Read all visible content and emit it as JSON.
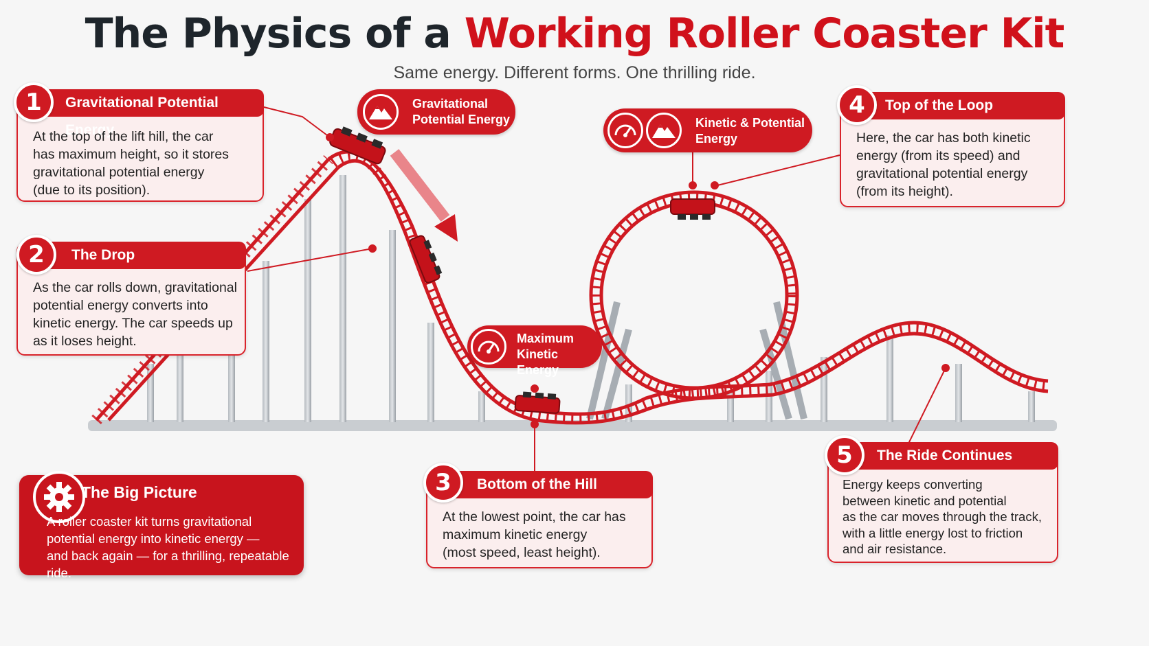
{
  "header": {
    "title_dark": "The Physics of a",
    "title_red": "Working Roller Coaster Kit",
    "subtitle": "Same energy. Different forms. One thrilling ride."
  },
  "cards": [
    {
      "number": "1",
      "heading": "Gravitational Potential Energy",
      "lines": [
        "At the top of the lift hill, the car",
        "has maximum height, so it stores",
        "gravitational potential energy",
        "(due to its position)."
      ]
    },
    {
      "number": "2",
      "heading": "The Drop",
      "lines": [
        "As the car rolls down, gravitational",
        "potential energy converts into",
        "kinetic energy. The car speeds up",
        "as it loses height."
      ]
    },
    {
      "number": "3",
      "heading": "Bottom of the Hill",
      "lines": [
        "At the lowest point, the car has",
        "maximum kinetic energy",
        "(most speed, least height)."
      ]
    },
    {
      "number": "4",
      "heading": "Top of the Loop",
      "lines": [
        "Here, the car has both kinetic",
        "energy (from its speed) and",
        "gravitational potential energy",
        "(from its height)."
      ]
    },
    {
      "number": "5",
      "heading": "The Ride Continues",
      "lines": [
        "Energy keeps converting",
        "between kinetic and potential",
        "as the car moves through the track,",
        "with a little energy lost to friction",
        "and air resistance."
      ]
    }
  ],
  "callouts": {
    "potential": {
      "line1": "Gravitational",
      "line2": "Potential Energy",
      "icon": "mountain-icon"
    },
    "loop": {
      "line1": "Kinetic & Potential",
      "line2": "Energy",
      "icons": [
        "speedometer-icon",
        "mountain-icon"
      ]
    },
    "kinetic": {
      "line1": "Maximum",
      "line2": "Kinetic Energy",
      "icon": "speedometer-icon"
    }
  },
  "big_picture": {
    "heading": "The Big Picture",
    "lines": [
      "A roller coaster kit turns gravitational",
      "potential energy into kinetic energy —",
      "and back again — for a thrilling, repeatable ride."
    ],
    "icon": "gear-icon"
  },
  "colors": {
    "accent": "#cf1a22",
    "dark": "#1e252b",
    "card_bg": "#fbeeee",
    "support": "#9aa0a6"
  }
}
